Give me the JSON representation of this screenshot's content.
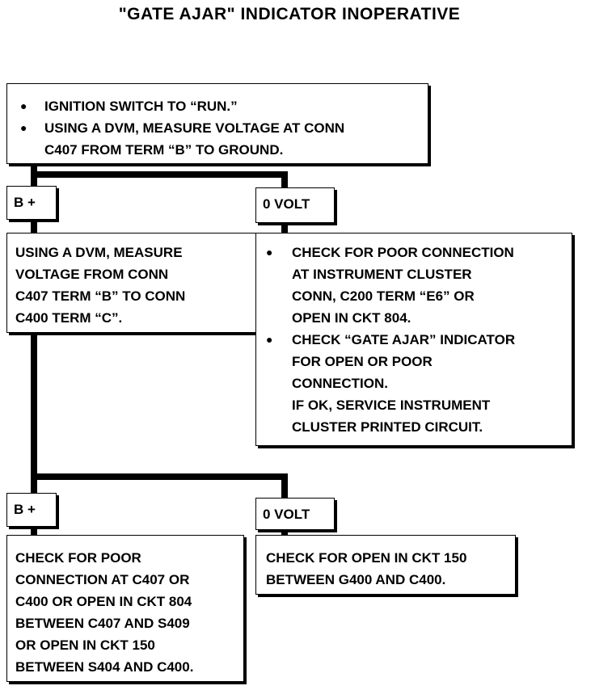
{
  "title": "\"GATE AJAR\" INDICATOR INOPERATIVE",
  "top_box": {
    "items": [
      {
        "bullet": "●",
        "lines": [
          "IGNITION SWITCH TO “RUN.”"
        ]
      },
      {
        "bullet": "●",
        "lines": [
          "USING A DVM, MEASURE VOLTAGE AT CONN",
          "C407 FROM TERM “B” TO GROUND."
        ]
      }
    ]
  },
  "branch1": {
    "left_label": "B +",
    "right_label": "0 VOLT",
    "left_box": {
      "lines": [
        "USING A DVM, MEASURE",
        "VOLTAGE FROM CONN",
        "C407 TERM “B” TO CONN",
        "C400 TERM “C”."
      ]
    },
    "right_box": {
      "items": [
        {
          "bullet": "●",
          "lines": [
            "CHECK FOR POOR CONNECTION",
            "AT INSTRUMENT CLUSTER",
            "CONN, C200 TERM “E6” OR",
            "OPEN IN CKT 804."
          ]
        },
        {
          "bullet": "●",
          "lines": [
            "CHECK “GATE AJAR” INDICATOR",
            "FOR OPEN OR POOR",
            "CONNECTION.",
            "IF OK, SERVICE INSTRUMENT",
            "CLUSTER PRINTED CIRCUIT."
          ]
        }
      ]
    }
  },
  "branch2": {
    "left_label": "B +",
    "right_label": "0 VOLT",
    "left_box": {
      "lines": [
        "CHECK FOR POOR",
        "CONNECTION AT C407 OR",
        "C400 OR OPEN IN CKT 804",
        "BETWEEN C407 AND S409",
        "OR OPEN IN CKT 150",
        "BETWEEN S404 AND C400."
      ]
    },
    "right_box": {
      "lines": [
        "CHECK FOR OPEN IN CKT 150",
        "BETWEEN G400 AND C400."
      ]
    }
  }
}
